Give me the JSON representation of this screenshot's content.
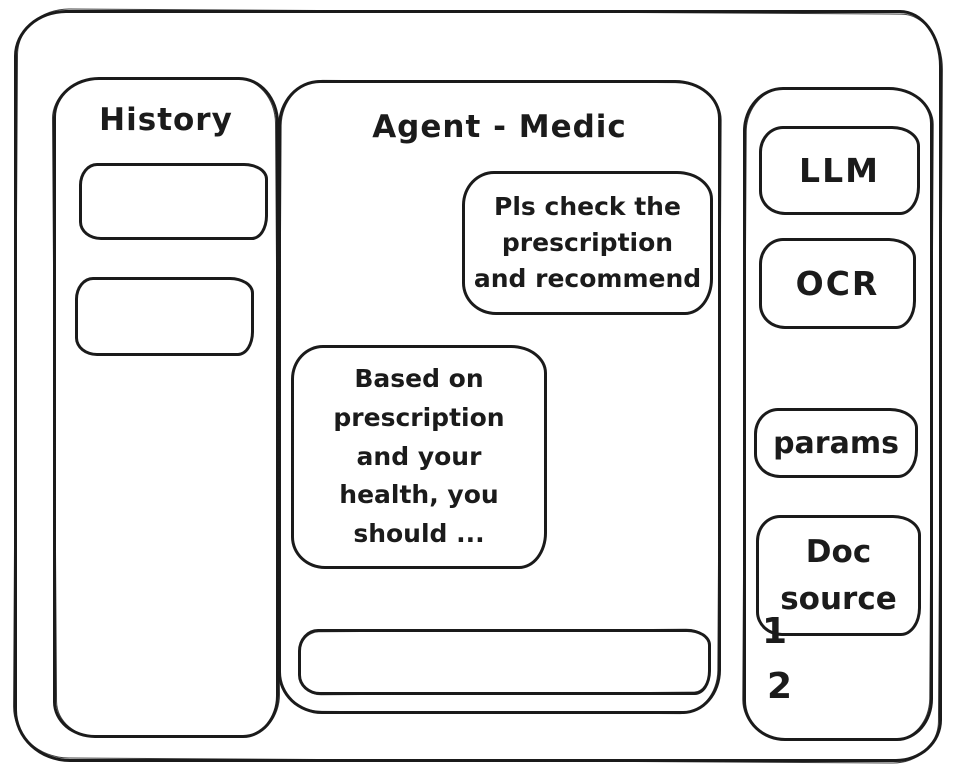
{
  "colors": {
    "ink": "#1b1b1b",
    "background": "#ffffff"
  },
  "history_panel": {
    "title": "History",
    "items": [
      {
        "label": ""
      },
      {
        "label": ""
      }
    ]
  },
  "chat": {
    "title": "Agent - Medic",
    "messages": [
      {
        "role": "user",
        "text": "Pls check the\nprescription\nand recommend"
      },
      {
        "role": "agent",
        "text": "Based on\nprescription\nand your\nhealth, you\nshould ..."
      }
    ],
    "input": {
      "value": "",
      "placeholder": ""
    }
  },
  "tools_panel": {
    "buttons": [
      {
        "label": "LLM"
      },
      {
        "label": "OCR"
      },
      {
        "label": "params"
      },
      {
        "label": "Doc source"
      }
    ],
    "doc_list": [
      "1",
      "2"
    ]
  }
}
